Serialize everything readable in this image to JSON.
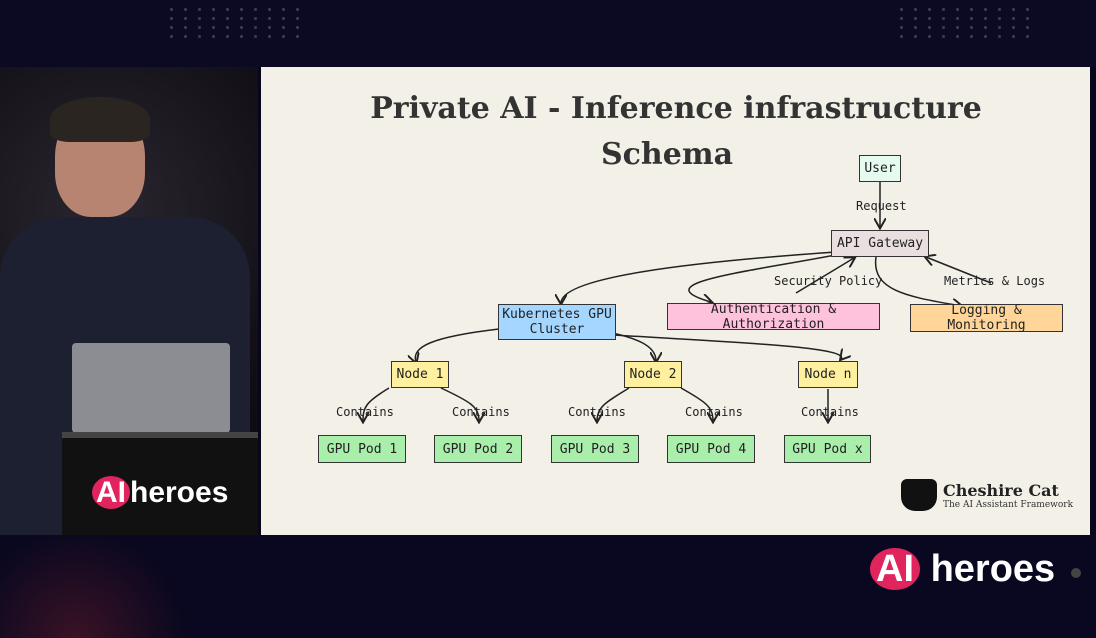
{
  "slide": {
    "title": "Private AI - Inference infrastructure",
    "subtitle": "Schema"
  },
  "diagram": {
    "user": "User",
    "request": "Request",
    "api_gateway": "API Gateway",
    "security_policy": "Security Policy",
    "metrics_logs": "Metrics & Logs",
    "k8s_line1": "Kubernetes GPU",
    "k8s_line2": "Cluster",
    "auth": "Authentication & Authorization",
    "logging": "Logging & Monitoring",
    "node1": "Node 1",
    "node2": "Node 2",
    "noden": "Node n",
    "contains": "Contains",
    "pod1": "GPU Pod 1",
    "pod2": "GPU Pod 2",
    "pod3": "GPU Pod 3",
    "pod4": "GPU Pod 4",
    "podx": "GPU Pod x"
  },
  "branding": {
    "cat_name": "Cheshire Cat",
    "cat_tagline": "The AI Assistant Framework",
    "event_ai": "AI",
    "event_name": "heroes"
  },
  "colors": {
    "accent": "#e0245e",
    "background": "#07061a",
    "slide_bg": "#f3f0e8"
  }
}
